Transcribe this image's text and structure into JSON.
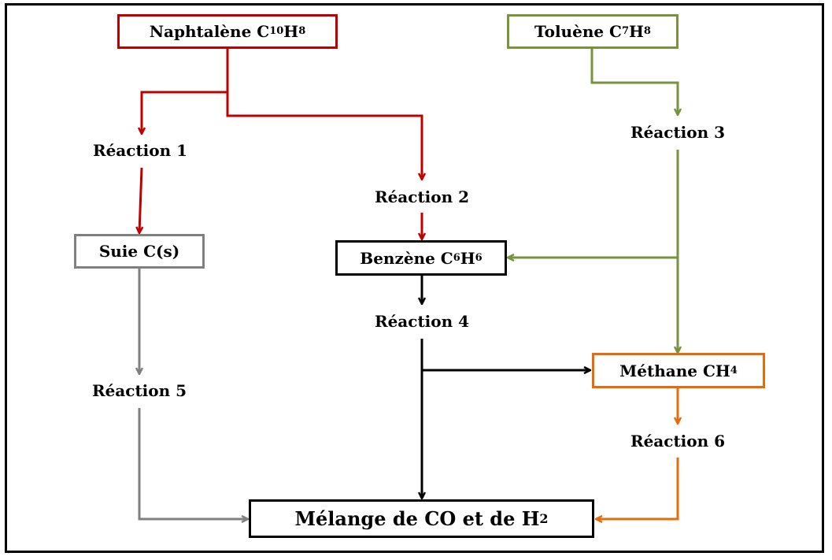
{
  "colors": {
    "naphtalene": "#c00000",
    "toluene": "#77933c",
    "suie": "#808080",
    "benzene": "#000000",
    "methane": "#e46c0a",
    "melange": "#000000"
  },
  "nodes": {
    "naphtalene": {
      "name": "Naphtalène C",
      "sub1": "10",
      "mid": "H",
      "sub2": "8"
    },
    "toluene": {
      "name": "Toluène C",
      "sub1": "7",
      "mid": "H",
      "sub2": "8"
    },
    "suie": {
      "name": "Suie C(s)"
    },
    "benzene": {
      "name": "Benzène C",
      "sub1": "6",
      "mid": "H",
      "sub2": "6"
    },
    "methane": {
      "name": "Méthane CH",
      "sub1": "4"
    },
    "melange": {
      "name": "Mélange de CO et de H",
      "sub1": "2"
    }
  },
  "reactions": {
    "r1": "Réaction 1",
    "r2": "Réaction 2",
    "r3": "Réaction 3",
    "r4": "Réaction 4",
    "r5": "Réaction 5",
    "r6": "Réaction 6"
  }
}
